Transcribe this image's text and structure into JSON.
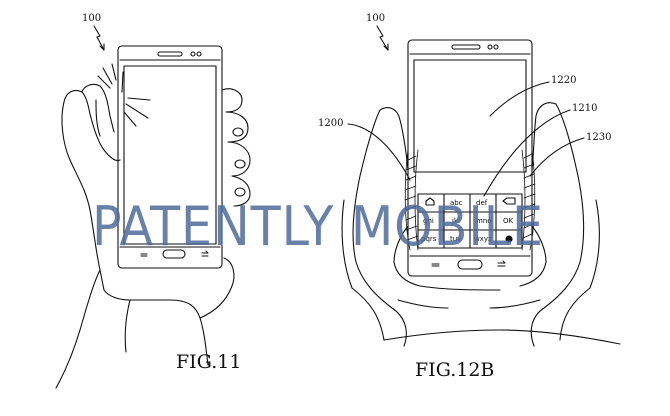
{
  "figure_11": {
    "ref_device": "100",
    "caption": "FIG.11"
  },
  "figure_12b": {
    "ref_device": "100",
    "ref_hand_left": "1200",
    "ref_screen": "1220",
    "ref_keypad": "1210",
    "ref_edge": "1230",
    "caption": "FIG.12B",
    "keypad_keys": [
      [
        "",
        "abc",
        "def",
        ""
      ],
      [
        "ghi",
        "jkl",
        "mno",
        "OK"
      ],
      [
        "pqrs",
        "tuv",
        "wxyz",
        ""
      ]
    ]
  },
  "watermark": "PATENTLY MOBILE"
}
